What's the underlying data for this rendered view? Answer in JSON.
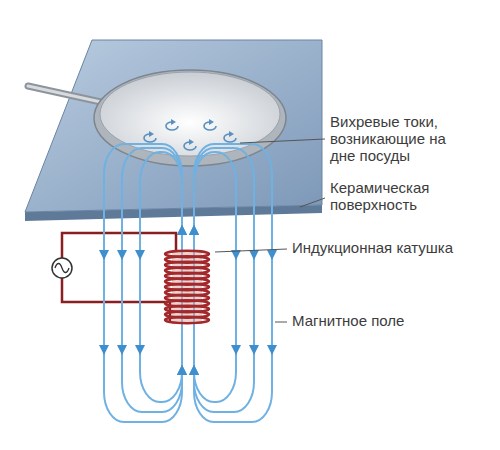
{
  "diagram": {
    "labels": [
      "Вихревые токи, возникающие на дне посуды",
      "Керамическая поверхность",
      "Индукционная катушка",
      "Магнитное поле"
    ]
  }
}
